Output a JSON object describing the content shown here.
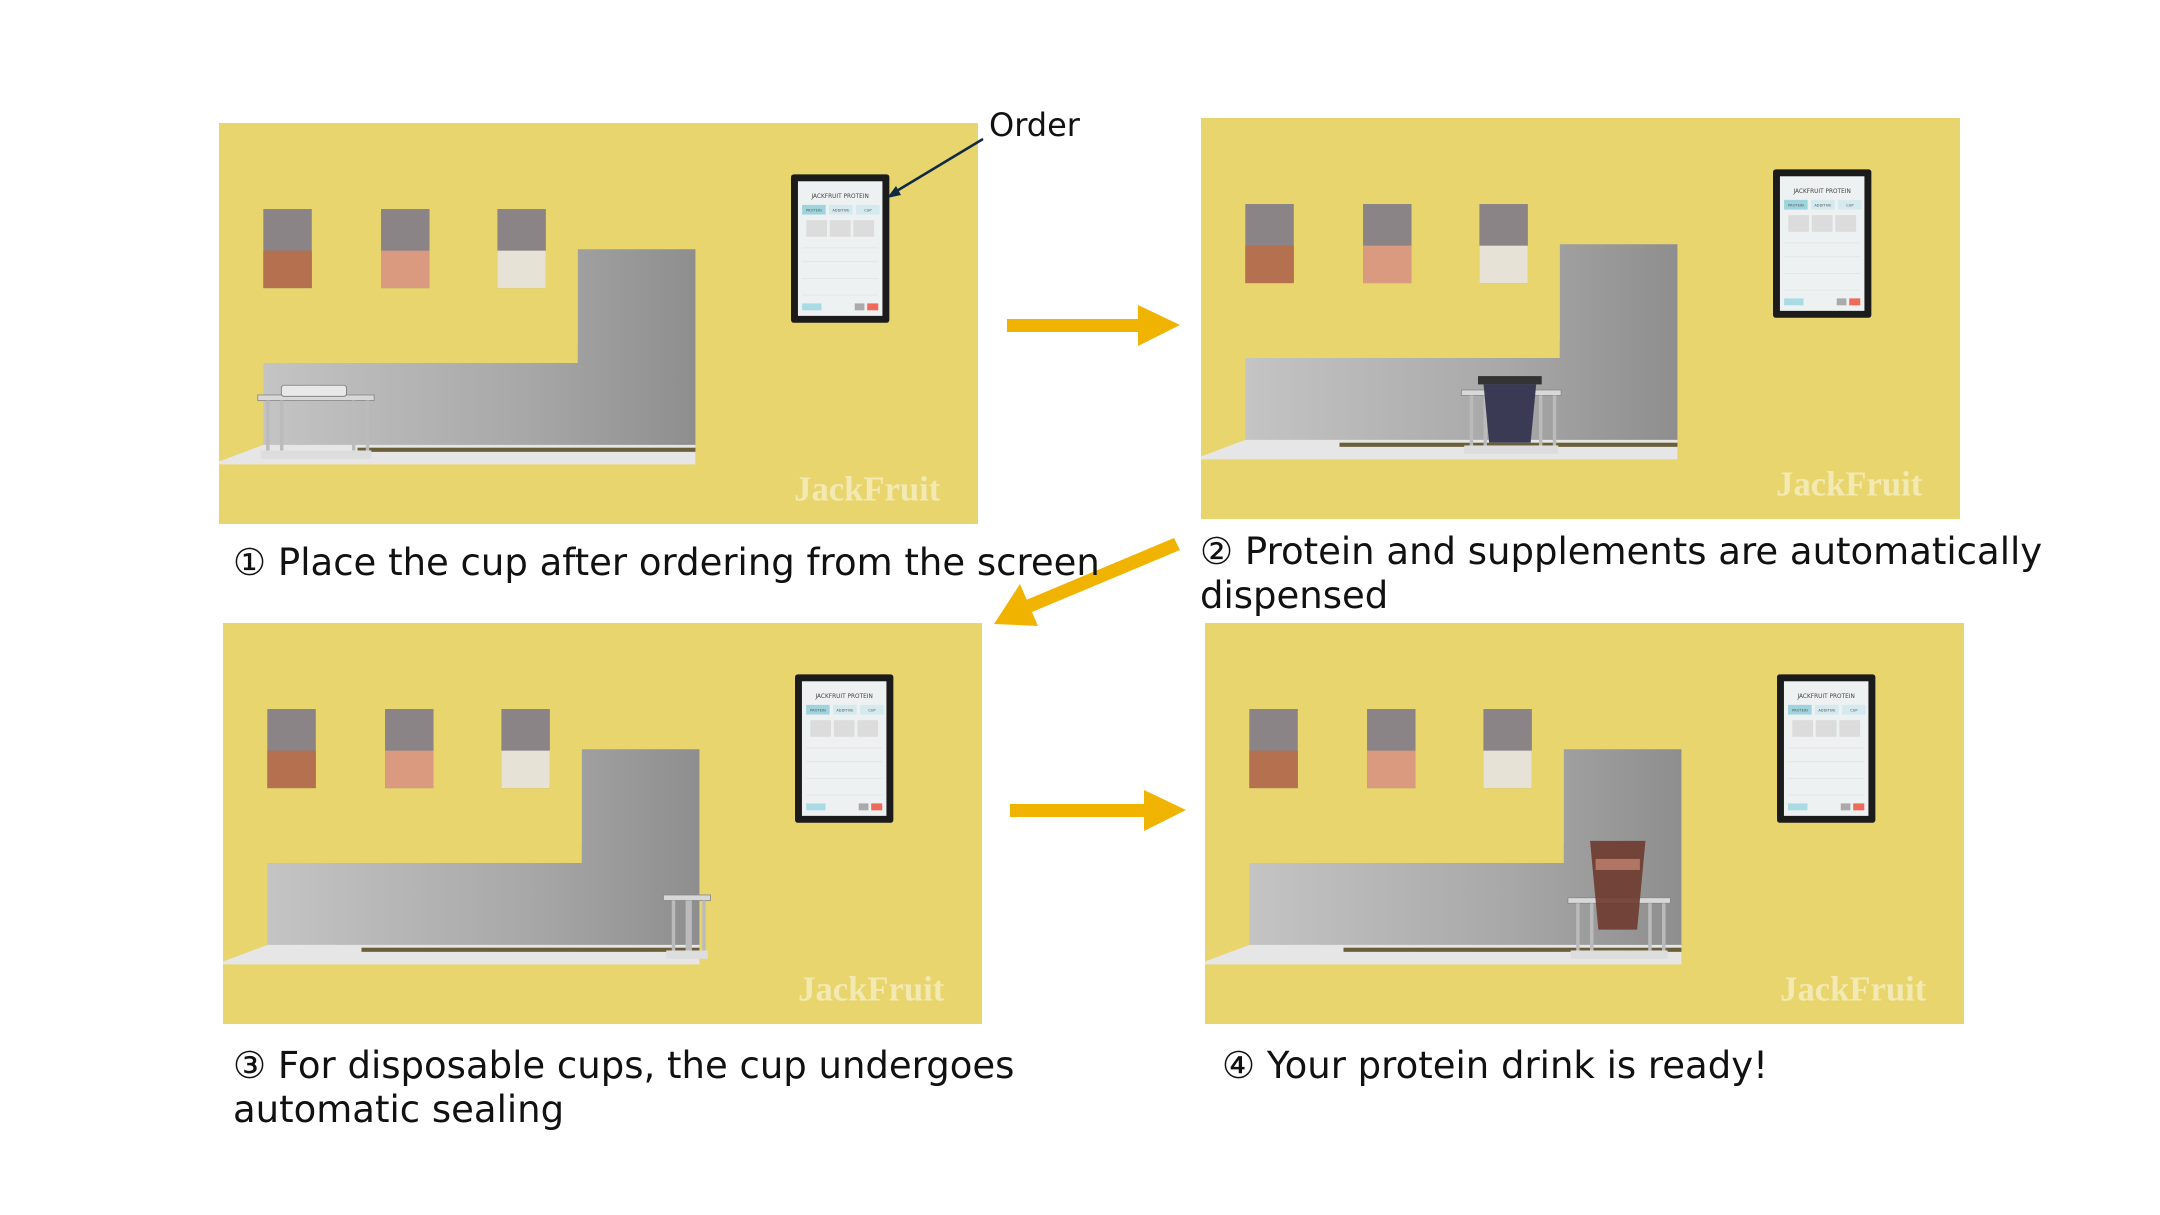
{
  "callout": {
    "label": "Order"
  },
  "machine": {
    "watermark": "JackFruit",
    "screen": {
      "title": "JACKFRUIT PROTEIN",
      "tabs": [
        "PROTEIN",
        "ADDITIVE",
        "CUP"
      ]
    },
    "colors": {
      "body": "#E9D56E",
      "recess": "#A8A8A8",
      "powder_1": "#B5704F",
      "powder_2": "#D99A80",
      "powder_3": "#E6E3D6",
      "arrow": "#F0B400"
    }
  },
  "steps": [
    {
      "caption": "① Place the cup after ordering from the screen"
    },
    {
      "caption": "② Protein and supplements are automatically",
      "caption_line2": "dispensed"
    },
    {
      "caption": "③ For disposable cups, the cup undergoes",
      "caption_line2": "automatic sealing"
    },
    {
      "caption": "④ Your protein drink is ready!"
    }
  ]
}
